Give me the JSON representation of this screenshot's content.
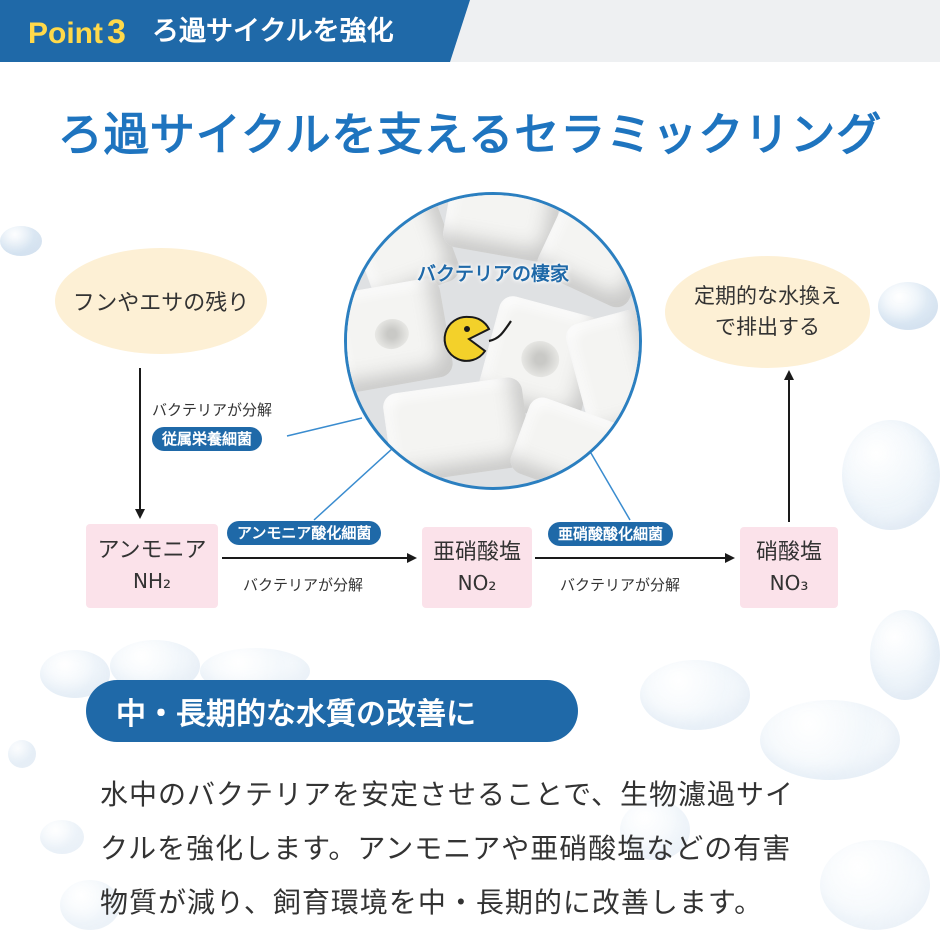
{
  "header": {
    "point_word": "Point",
    "point_number": "3",
    "title": "ろ過サイクルを強化"
  },
  "main_title": "ろ過サイクルを支えるセラミックリング",
  "diagram": {
    "bacteria_home_label": "バクテリアの棲家",
    "waste_label": "フンやエサの残り",
    "water_change_line1": "定期的な水換え",
    "water_change_line2": "で排出する",
    "decomp_label": "バクテリアが分解",
    "heterotroph_label": "従属栄養細菌",
    "ammonia_name": "アンモニア",
    "ammonia_formula": "NH₂",
    "aob_label": "アンモニア酸化細菌",
    "nitrite_name": "亜硝酸塩",
    "nitrite_formula": "NO₂",
    "nob_label": "亜硝酸酸化細菌",
    "nitrate_name": "硝酸塩",
    "nitrate_formula": "NO₃"
  },
  "sub_banner": "中・長期的な水質の改善に",
  "body": {
    "line1": "水中のバクテリアを安定させることで、生物濾過サイ",
    "line2": "クルを強化します。アンモニアや亜硝酸塩などの有害",
    "line3": "物質が減り、飼育環境を中・長期的に改善します。"
  },
  "colors": {
    "brand_blue": "#1f69a8",
    "title_blue": "#1e74bf",
    "point_yellow": "#ffd94a",
    "oval_cream": "#fdf0d5",
    "node_pink": "#fbe2ea"
  }
}
